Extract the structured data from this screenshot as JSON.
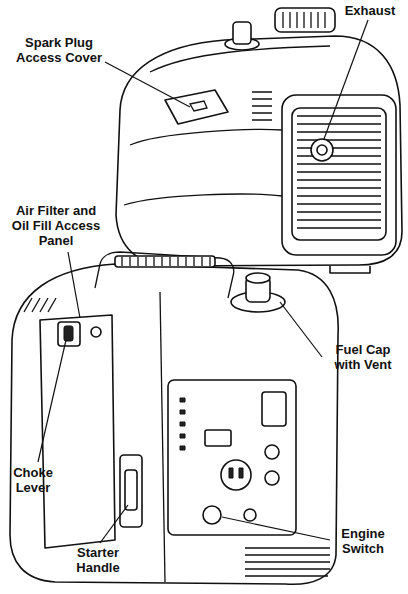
{
  "diagram": {
    "labels": [
      "Exhaust",
      "Spark Plug Access Cover",
      "Air Filter and Oil Fill Access Panel",
      "Fuel Cap with Vent",
      "Choke Lever",
      "Engine Switch",
      "Starter Handle"
    ]
  }
}
